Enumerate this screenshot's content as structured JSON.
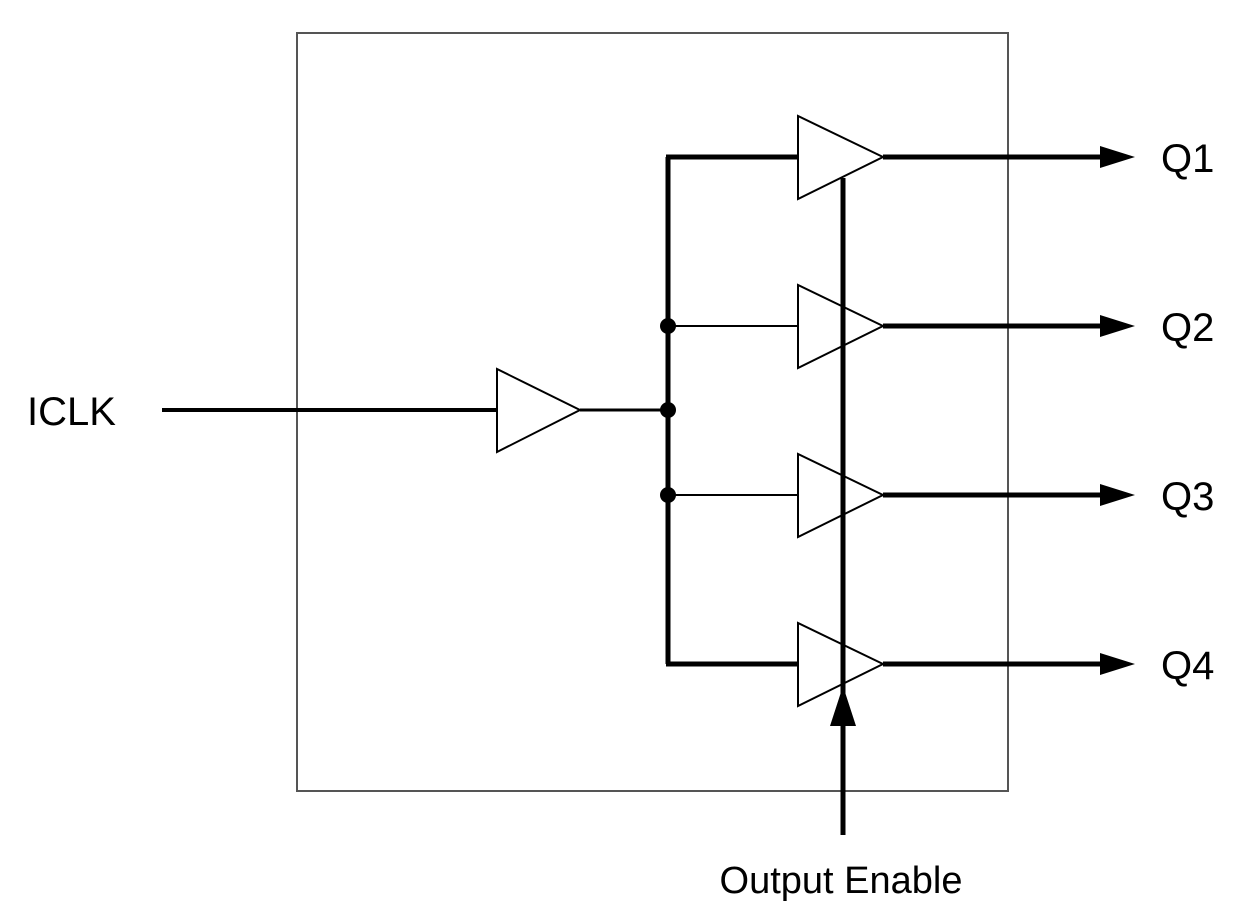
{
  "diagram": {
    "input_label": "ICLK",
    "outputs": [
      {
        "label": "Q1"
      },
      {
        "label": "Q2"
      },
      {
        "label": "Q3"
      },
      {
        "label": "Q4"
      }
    ],
    "enable_label": "Output Enable"
  }
}
